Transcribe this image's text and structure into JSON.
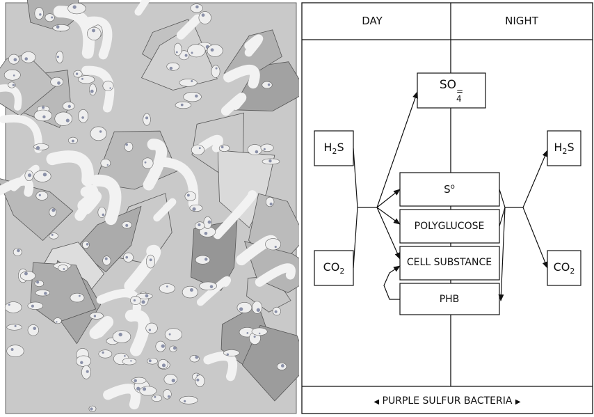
{
  "header": {
    "day": "DAY",
    "night": "NIGHT"
  },
  "nodes": {
    "so4": {
      "main": "SO",
      "sub": "4",
      "sup": "="
    },
    "h2s_left": {
      "pre": "H",
      "sub": "2",
      "post": "S"
    },
    "co2_left": {
      "pre": "CO",
      "sub": "2"
    },
    "h2s_right": {
      "pre": "H",
      "sub": "2",
      "post": "S"
    },
    "co2_right": {
      "pre": "CO",
      "sub": "2"
    },
    "sulfur": {
      "main": "S",
      "sup": "o"
    },
    "polyglucose": "POLYGLUCOSE",
    "cell_substance": "CELL SUBSTANCE",
    "phb": "PHB"
  },
  "footer": {
    "caption": "PURPLE SULFUR BACTERIA"
  }
}
